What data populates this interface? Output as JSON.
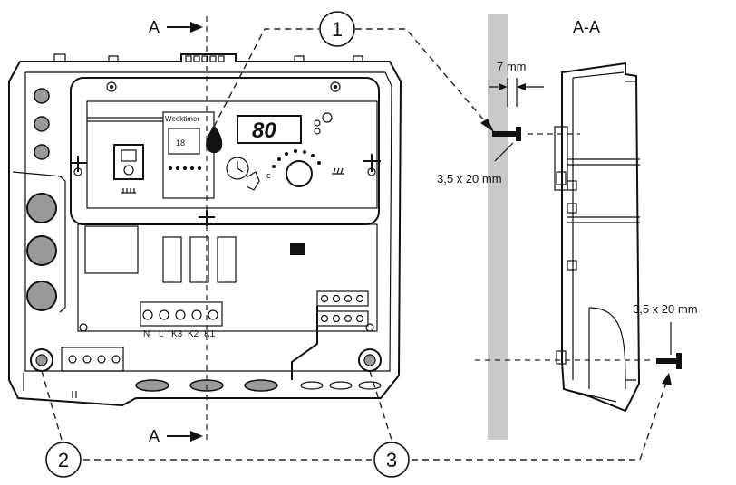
{
  "section_marker": "A",
  "section_title": "A-A",
  "callouts": [
    "1",
    "2",
    "3"
  ],
  "gap_dimension": "7 mm",
  "screw_top_size": "3,5 x 20 mm",
  "screw_bottom_size": "3,5 x 20 mm",
  "panel_brand_label": "Weektimer",
  "panel_display_value": "80",
  "terminal_labels": [
    "N",
    "L",
    "K3",
    "K2",
    "K1"
  ],
  "colors": {
    "line": "#111111",
    "wall": "#c9c9c9",
    "button": "#999999"
  }
}
